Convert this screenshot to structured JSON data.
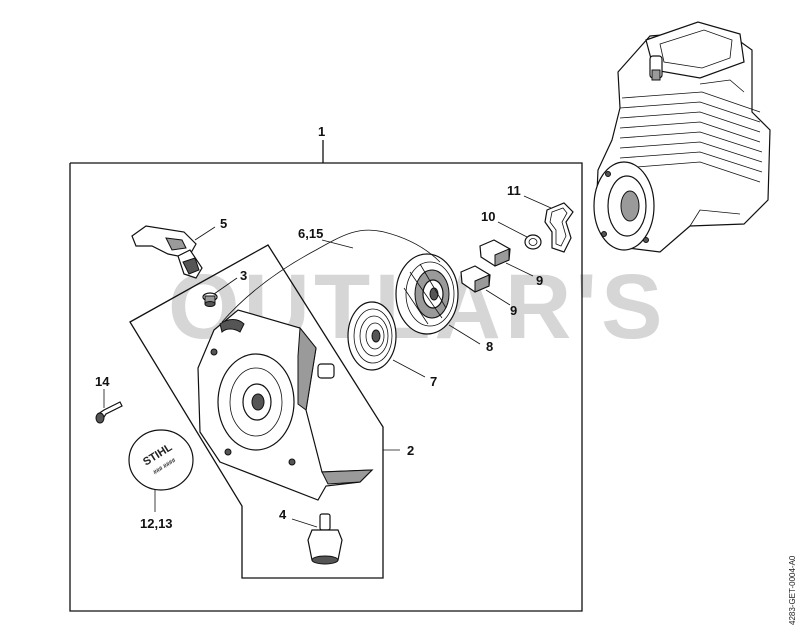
{
  "watermark": "OUTLAR'S",
  "reference_code": "4283-GET-0004-A0",
  "seal_text": {
    "brand": "STIHL",
    "sub": "###  ####"
  },
  "callouts": {
    "c1": "1",
    "c2": "2",
    "c3": "3",
    "c4": "4",
    "c5": "5",
    "c6_15": "6,15",
    "c7": "7",
    "c8": "8",
    "c9a": "9",
    "c9b": "9",
    "c10": "10",
    "c11": "11",
    "c12_13": "12,13",
    "c14": "14"
  }
}
